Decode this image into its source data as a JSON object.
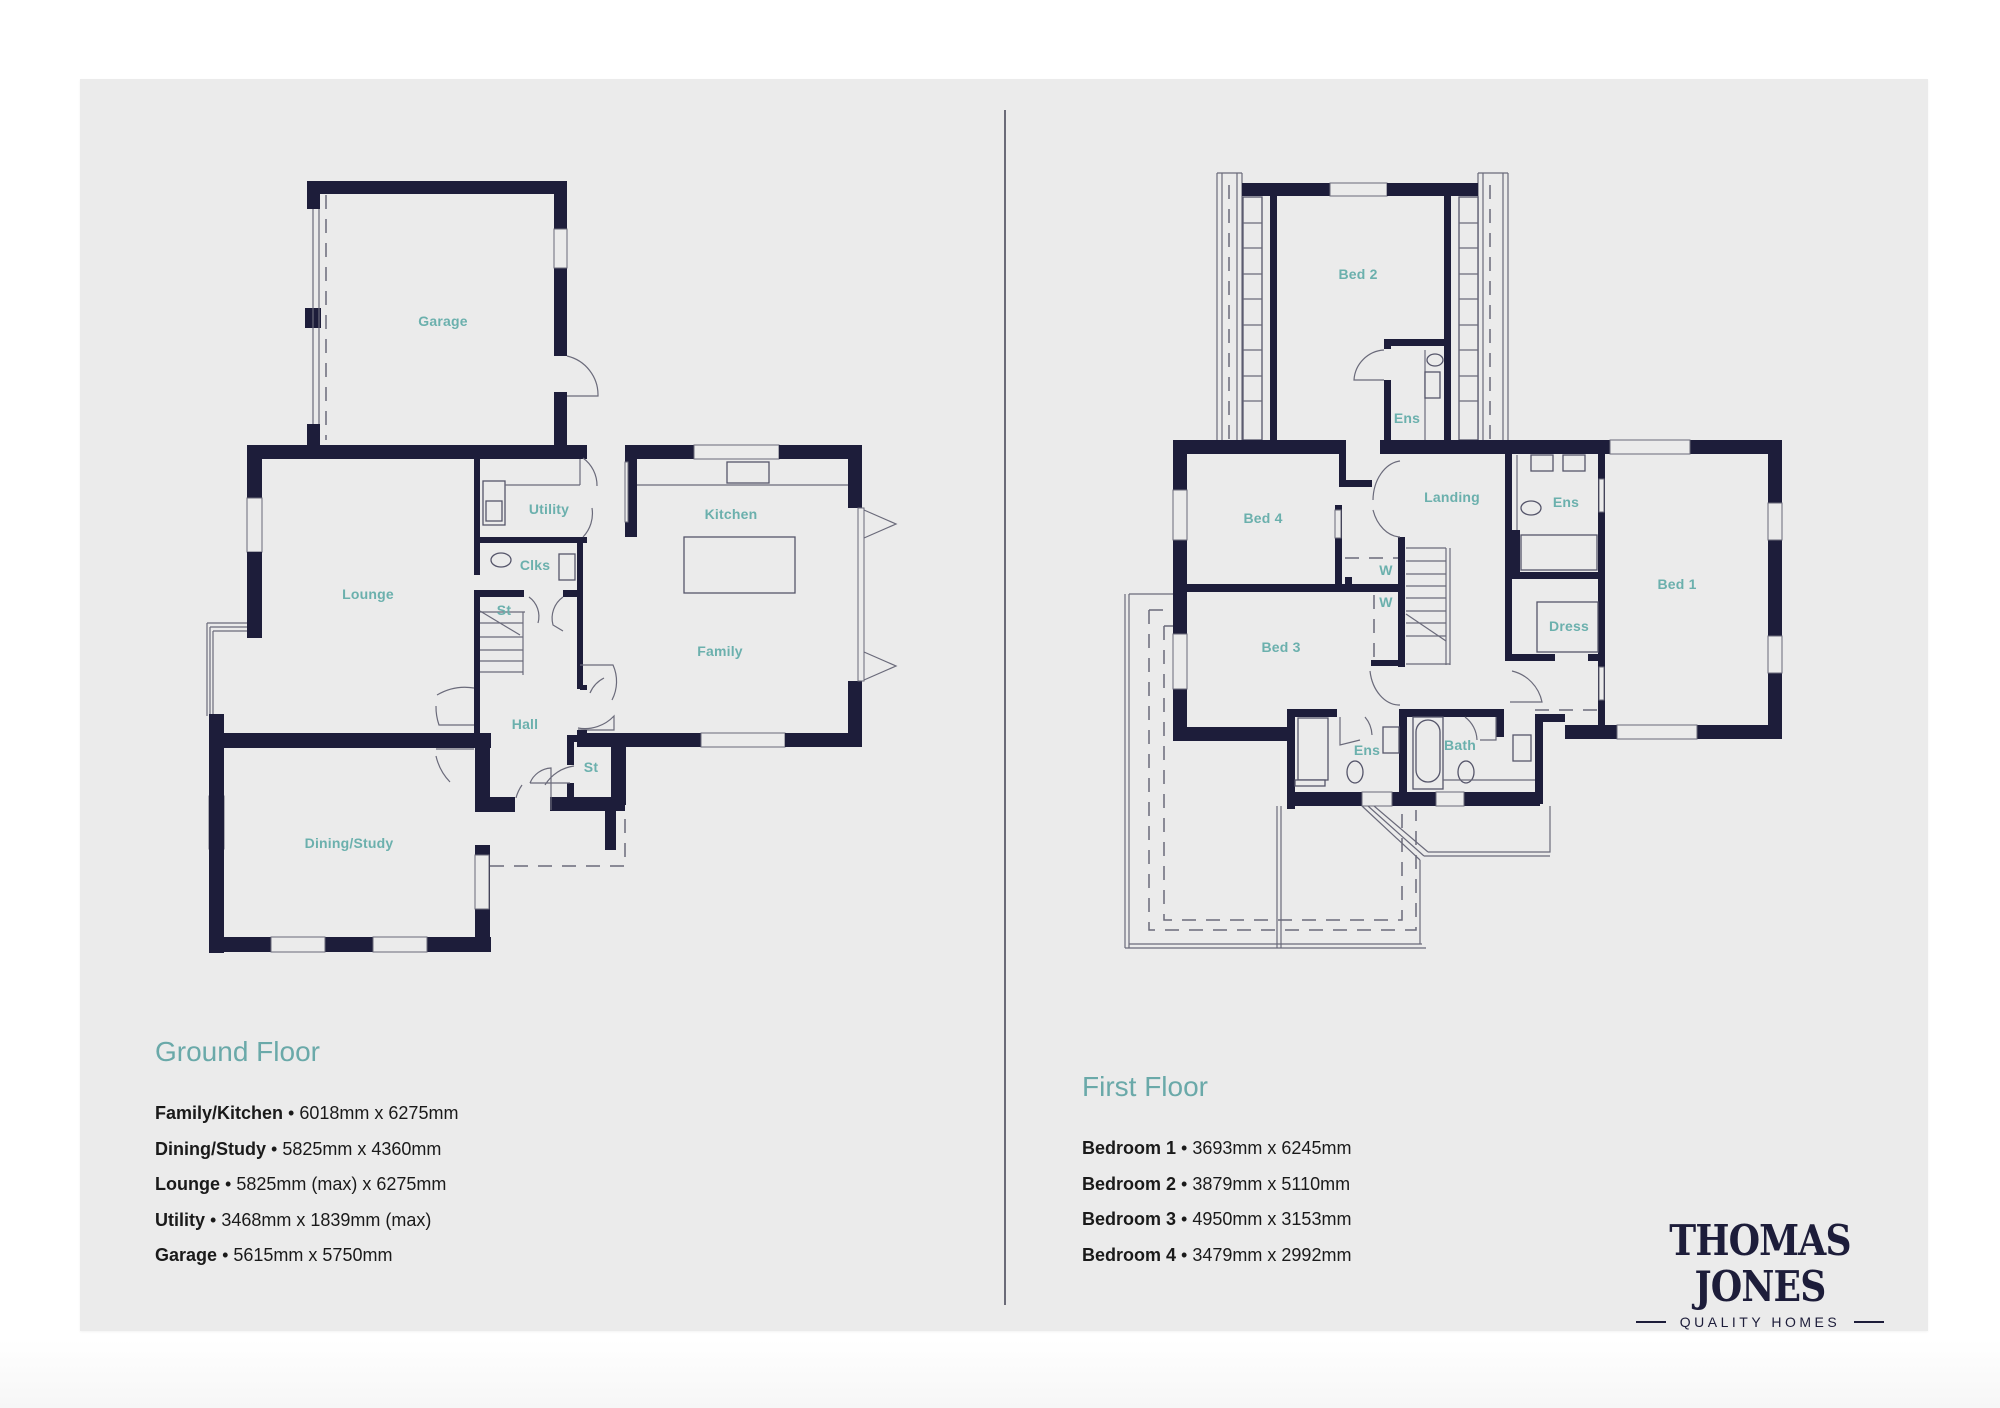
{
  "ground_floor": {
    "title": "Ground Floor",
    "rooms": {
      "garage": "Garage",
      "lounge": "Lounge",
      "utility": "Utility",
      "clks": "Clks",
      "kitchen": "Kitchen",
      "family": "Family",
      "stairs_store": "St",
      "hall": "Hall",
      "store": "St",
      "dining_study": "Dining/Study"
    },
    "specs": [
      {
        "name": "Family/Kitchen",
        "dims": "6018mm x 6275mm"
      },
      {
        "name": "Dining/Study",
        "dims": "5825mm x 4360mm"
      },
      {
        "name": "Lounge",
        "dims": "5825mm (max) x 6275mm"
      },
      {
        "name": "Utility",
        "dims": "3468mm x 1839mm (max)"
      },
      {
        "name": "Garage",
        "dims": "5615mm x 5750mm"
      }
    ]
  },
  "first_floor": {
    "title": "First Floor",
    "rooms": {
      "bed2": "Bed 2",
      "bed2_ens": "Ens",
      "bed4": "Bed 4",
      "landing": "Landing",
      "bed1_ens": "Ens",
      "bed1": "Bed 1",
      "wardrobe_1": "W",
      "wardrobe_2": "W",
      "dress": "Dress",
      "bed3": "Bed 3",
      "bed3_ens": "Ens",
      "bath": "Bath"
    },
    "specs": [
      {
        "name": "Bedroom 1",
        "dims": "3693mm x 6245mm"
      },
      {
        "name": "Bedroom 2",
        "dims": "3879mm x 5110mm"
      },
      {
        "name": "Bedroom 3",
        "dims": "4950mm x 3153mm"
      },
      {
        "name": "Bedroom 4",
        "dims": "3479mm x 2992mm"
      }
    ]
  },
  "brand": {
    "name": "THOMAS JONES",
    "tagline": "QUALITY HOMES"
  },
  "separator": "•",
  "colors": {
    "wall": "#1d1d3a",
    "label": "#6bb0ad",
    "title": "#6aa9a9",
    "panel": "#ebebeb"
  }
}
